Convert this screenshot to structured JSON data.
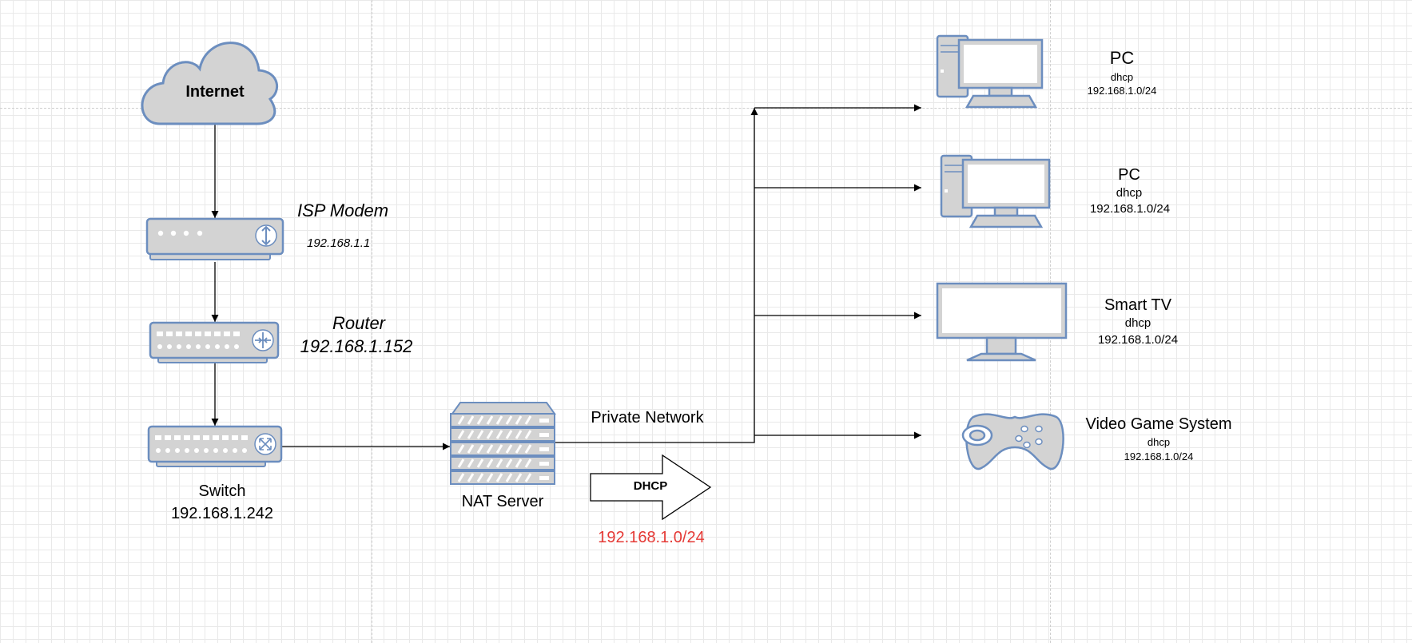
{
  "colors": {
    "device_fill": "#d3d3d3",
    "device_stroke": "#6c8ebf",
    "accent_red": "#e53935",
    "connector": "#000000"
  },
  "cloud": {
    "label": "Internet",
    "icon": "cloud-icon"
  },
  "isp_modem": {
    "title": "ISP Modem",
    "ip": "192.168.1.1",
    "icon": "modem-icon"
  },
  "router": {
    "title": "Router",
    "ip": "192.168.1.152",
    "icon": "router-icon"
  },
  "switch": {
    "title": "Switch",
    "ip": "192.168.1.242",
    "icon": "switch-icon"
  },
  "nat_server": {
    "title": "NAT Server",
    "icon": "server-icon"
  },
  "private_network": {
    "label": "Private Network"
  },
  "dhcp_arrow": {
    "label": "DHCP",
    "subnet": "192.168.1.0/24"
  },
  "clients": [
    {
      "name": "PC",
      "mode": "dhcp",
      "subnet": "192.168.1.0/24",
      "icon": "desktop-pc-icon"
    },
    {
      "name": "PC",
      "mode": "dhcp",
      "subnet": "192.168.1.0/24",
      "icon": "desktop-pc-icon"
    },
    {
      "name": "Smart TV",
      "mode": "dhcp",
      "subnet": "192.168.1.0/24",
      "icon": "monitor-icon"
    },
    {
      "name": "Video Game System",
      "mode": "dhcp",
      "subnet": "192.168.1.0/24",
      "icon": "gamepad-icon"
    }
  ]
}
